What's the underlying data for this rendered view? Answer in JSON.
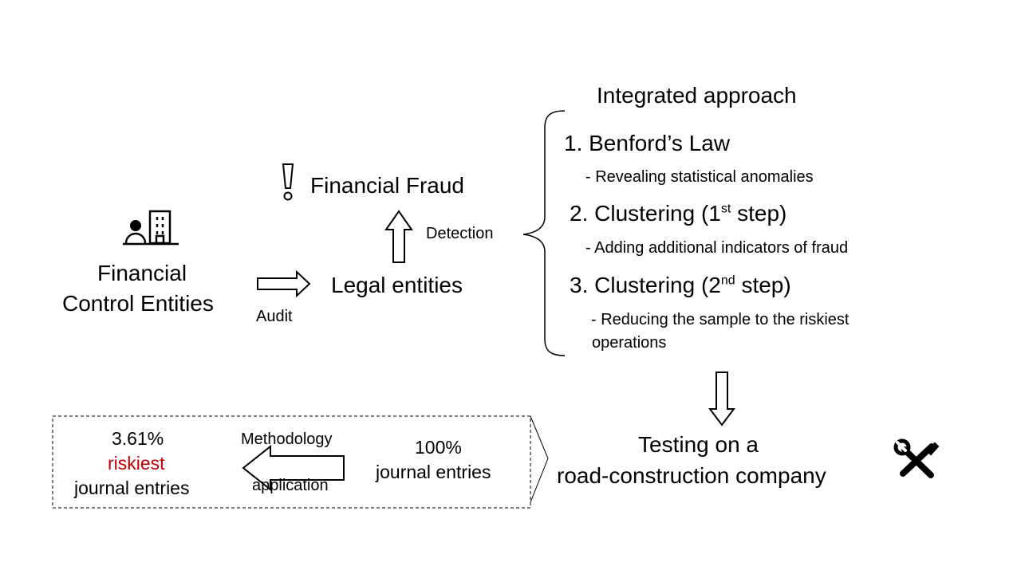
{
  "entities": {
    "control_line1": "Financial",
    "control_line2": "Control Entities",
    "legal": "Legal entities",
    "fraud": "Financial Fraud"
  },
  "arrows": {
    "audit": "Audit",
    "detection": "Detection",
    "methodology_line1": "Methodology",
    "methodology_line2": "application"
  },
  "approach": {
    "title": "Integrated approach",
    "step1_title": "1. Benford’s Law",
    "step1_desc": "- Revealing statistical anomalies",
    "step2_title": "2. Clustering (1",
    "step2_sup": "st",
    "step2_close": " step)",
    "step2_desc": "- Adding additional indicators of fraud",
    "step3_title": "3. Clustering (2",
    "step3_sup": "nd",
    "step3_close": " step)",
    "step3_desc_line1": "- Reducing the sample to the riskiest",
    "step3_desc_line2": "operations"
  },
  "testing": {
    "line1": "Testing on a",
    "line2": "road-construction company"
  },
  "result": {
    "riskiest_pct": "3.61%",
    "riskiest_word": "riskiest",
    "riskiest_entries": "journal entries",
    "all_pct": "100%",
    "all_entries": "journal entries"
  },
  "colors": {
    "highlight": "#c00000",
    "ink": "#000000"
  },
  "icons": [
    "person-building-icon",
    "exclamation-icon",
    "tools-icon"
  ]
}
